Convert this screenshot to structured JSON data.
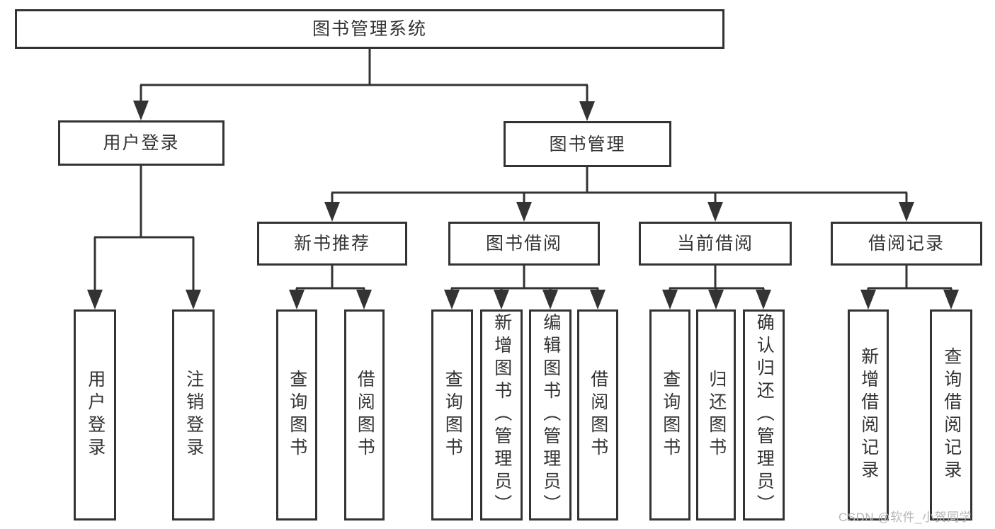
{
  "diagram_type": "hierarchy-tree",
  "colors": {
    "line": "#333333",
    "box_border": "#333333",
    "text": "#333333",
    "background": "#ffffff",
    "watermark": "#b6b6b6"
  },
  "tree": {
    "label": "图书管理系统",
    "children": [
      {
        "label": "用户登录",
        "children": [
          {
            "label": "用户登录"
          },
          {
            "label": "注销登录"
          }
        ]
      },
      {
        "label": "图书管理",
        "children": [
          {
            "label": "新书推荐",
            "children": [
              {
                "label": "查询图书"
              },
              {
                "label": "借阅图书"
              }
            ]
          },
          {
            "label": "图书借阅",
            "children": [
              {
                "label": "查询图书"
              },
              {
                "label": "新增图书（管理员）"
              },
              {
                "label": "编辑图书（管理员）"
              },
              {
                "label": "借阅图书"
              }
            ]
          },
          {
            "label": "当前借阅",
            "children": [
              {
                "label": "查询图书"
              },
              {
                "label": "归还图书"
              },
              {
                "label": "确认归还（管理员）"
              }
            ]
          },
          {
            "label": "借阅记录",
            "children": [
              {
                "label": "新增借阅记录"
              },
              {
                "label": "查询借阅记录"
              }
            ]
          }
        ]
      }
    ]
  },
  "watermark": {
    "text": "CSDN @软件_小贺同学"
  }
}
